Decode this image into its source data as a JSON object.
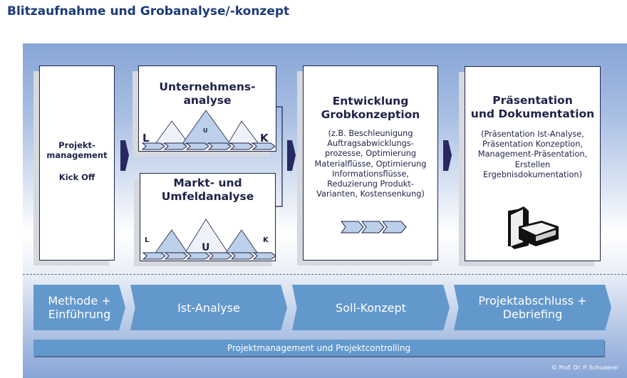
{
  "title": "Blitzaufnahme und Grobanalyse/-konzept",
  "boxes": {
    "kickoff": {
      "line1": "Projekt-",
      "line2": "management",
      "line3": "Kick  Off"
    },
    "unternehmen": {
      "line1": "Unternehmens-",
      "line2": "analyse",
      "left": "L",
      "mid": "U",
      "right": "K"
    },
    "markt": {
      "line1": "Markt- und",
      "line2": "Umfeldanalyse",
      "left": "L",
      "mid": "U",
      "right": "K"
    },
    "grob": {
      "line1": "Entwicklung",
      "line2": "Grobkonzeption",
      "desc": [
        "(z.B. Beschleunigung",
        "Auftragsabwicklungs-",
        "prozesse, Optimierung",
        "Materialflüsse, Optimierung",
        "Informationsflüsse,",
        "Reduzierung Produkt-",
        "Varianten, Kostensenkung)"
      ]
    },
    "praes": {
      "line1": "Präsentation",
      "line2": "und Dokumentation",
      "desc": [
        "(Präsentation Ist-Analyse,",
        "Präsentation Konzeption,",
        "Management-Präsentation,",
        "Erstellen",
        "Ergebnisdokumentation)"
      ],
      "icon": "books-icon"
    }
  },
  "phases": [
    {
      "l1": "Methode +",
      "l2": "Einführung"
    },
    {
      "l1": "Ist-Analyse",
      "l2": ""
    },
    {
      "l1": "Soll-Konzept",
      "l2": ""
    },
    {
      "l1": "Projektabschluss +",
      "l2": "Debriefing"
    }
  ],
  "bar": "Projektmanagement  und Projektcontrolling",
  "copyright": "© Prof. Dr. P. Schuderer",
  "colors": {
    "navy": "#262a60",
    "phase": "#6398cc",
    "tri_dark": "#bcd0ea",
    "tri_light": "#eef2f8"
  }
}
